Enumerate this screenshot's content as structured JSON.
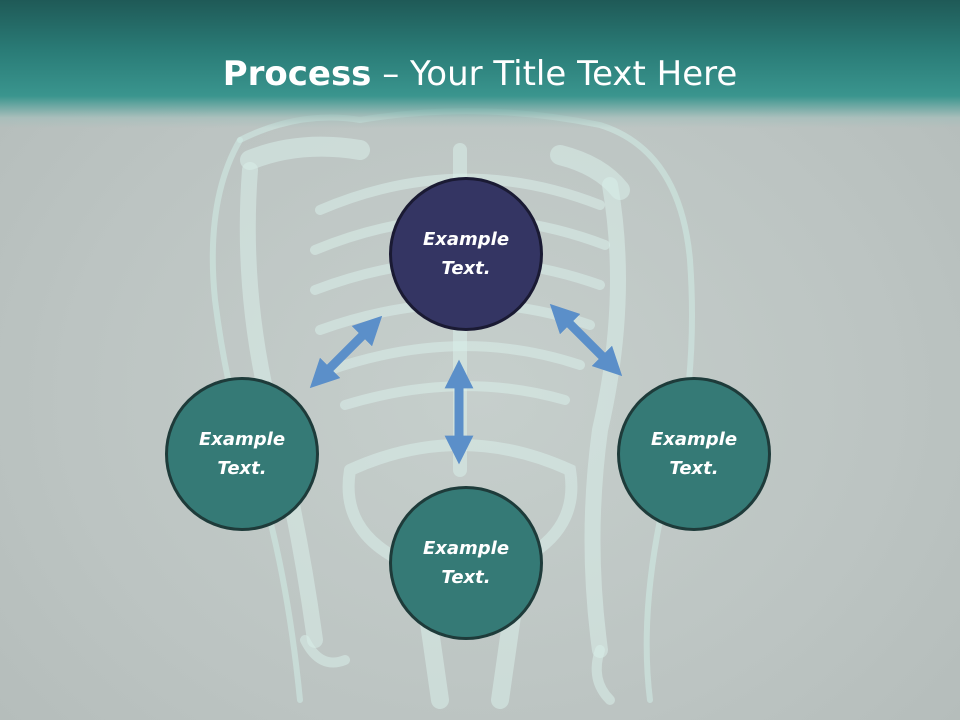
{
  "title": {
    "strong": "Process",
    "rest": " – Your Title Text Here"
  },
  "nodes": {
    "top": "Example Text.",
    "left": "Example Text.",
    "right": "Example Text.",
    "bottom": "Example Text."
  },
  "colors": {
    "header": "#2a7c77",
    "top_node": "#343563",
    "side_nodes": "#357a76",
    "arrows": "#5b8fc9",
    "background": "#c2cac8"
  }
}
